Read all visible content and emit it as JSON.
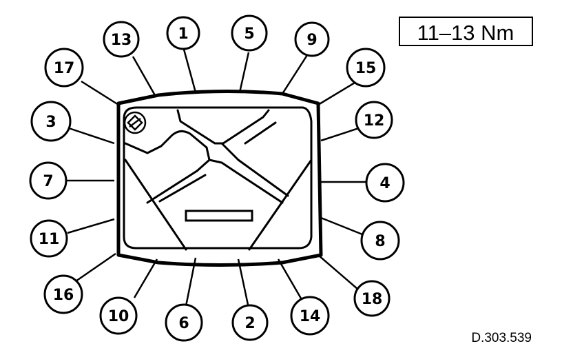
{
  "torque_spec": "11–13 Nm",
  "figure_ref": "D.303.539",
  "bolts": [
    "1",
    "2",
    "3",
    "4",
    "5",
    "6",
    "7",
    "8",
    "9",
    "10",
    "11",
    "12",
    "13",
    "14",
    "15",
    "16",
    "17",
    "18"
  ],
  "colors": {
    "ink": "#000000",
    "paper": "#ffffff"
  }
}
